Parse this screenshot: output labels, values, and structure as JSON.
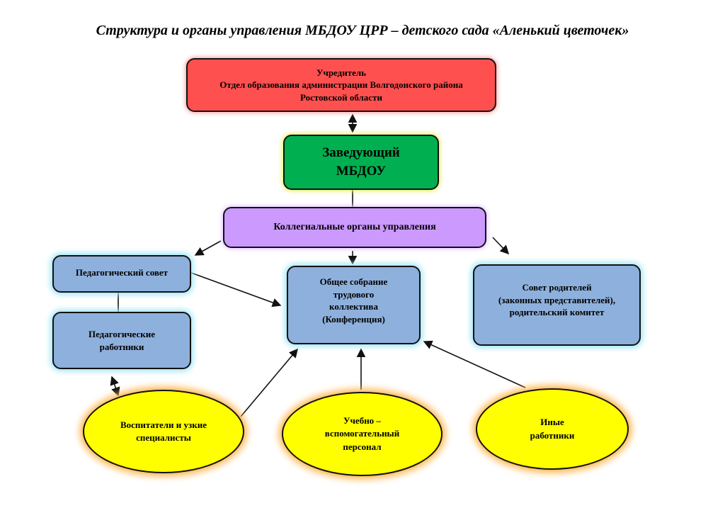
{
  "title": "Структура и органы управления МБДОУ ЦРР – детского сада «Аленький цветочек»",
  "founder": {
    "lines": [
      "Учредитель",
      "Отдел образования администрации Волгодонского района",
      "Ростовской области"
    ],
    "color": "#ff5050"
  },
  "head": {
    "lines": [
      "Заведующий",
      "МБДОУ"
    ],
    "color": "#00b050"
  },
  "collegial": {
    "label": "Коллегиальные органы управления",
    "color": "#cc99ff"
  },
  "ped_council": {
    "label": "Педагогический совет"
  },
  "ped_workers": {
    "lines": [
      "Педагогические",
      "работники"
    ]
  },
  "general_meeting": {
    "lines": [
      "Общее собрание",
      "трудового",
      "коллектива",
      "(Конференция)"
    ]
  },
  "parents_council": {
    "lines": [
      "Совет родителей",
      "(законных представителей),",
      "родительский комитет"
    ]
  },
  "educators": {
    "lines": [
      "Воспитатели и узкие",
      "специалисты"
    ]
  },
  "support_staff": {
    "lines": [
      "Учебно –",
      "вспомогательный",
      "персонал"
    ]
  },
  "other_workers": {
    "lines": [
      "Иные",
      "работники"
    ]
  }
}
